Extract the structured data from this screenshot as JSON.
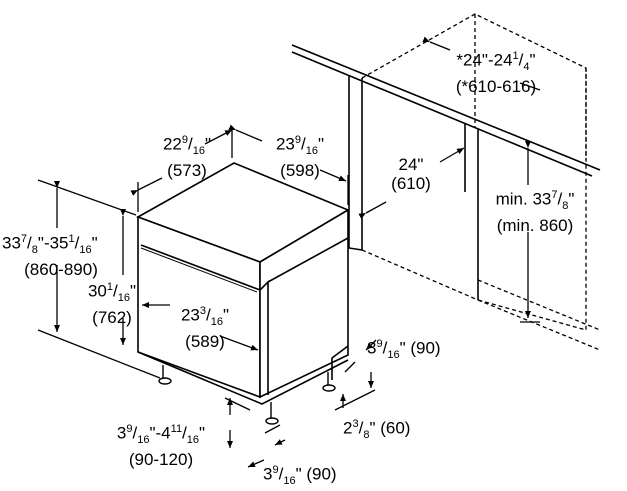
{
  "diagram": {
    "labels": {
      "cabinet_depth": {
        "line1": "*24\"-24",
        "line1_frac_num": "1",
        "line1_frac_den": "4",
        "line1_end": "\"",
        "line2": "(*610-616)"
      },
      "width_front": {
        "whole": "22",
        "num": "9",
        "den": "16",
        "tail": "\"",
        "mm": "(573)"
      },
      "depth_top": {
        "whole": "23",
        "num": "9",
        "den": "16",
        "tail": "\"",
        "mm": "(598)"
      },
      "cutout_width": {
        "in": "24\"",
        "mm": "(610)"
      },
      "min_height": {
        "prefix": "min. 33",
        "num": "7",
        "den": "8",
        "tail": "\"",
        "mm": "(min. 860)"
      },
      "overall_height": {
        "a": "33",
        "an": "7",
        "ad": "8",
        "mid": "\"-35",
        "bn": "1",
        "bd": "16",
        "tail": "\"",
        "mm": "(860-890)"
      },
      "body_height": {
        "whole": "30",
        "num": "1",
        "den": "16",
        "tail": "\"",
        "mm": "(762)"
      },
      "door_depth": {
        "whole": "23",
        "num": "3",
        "den": "16",
        "tail": "\"",
        "mm": "(589)"
      },
      "side_clear": {
        "whole": "3",
        "num": "9",
        "den": "16",
        "tail": "\" (90)"
      },
      "leg_adjust": {
        "a": "3",
        "an": "9",
        "ad": "16",
        "mid": "\"-4",
        "bn": "11",
        "bd": "16",
        "tail": "\"",
        "mm": "(90-120)"
      },
      "foot_height": {
        "whole": "2",
        "num": "3",
        "den": "8",
        "tail": "\" (60)"
      },
      "bottom_clear": {
        "whole": "3",
        "num": "9",
        "den": "16",
        "tail": "\" (90)"
      }
    }
  }
}
